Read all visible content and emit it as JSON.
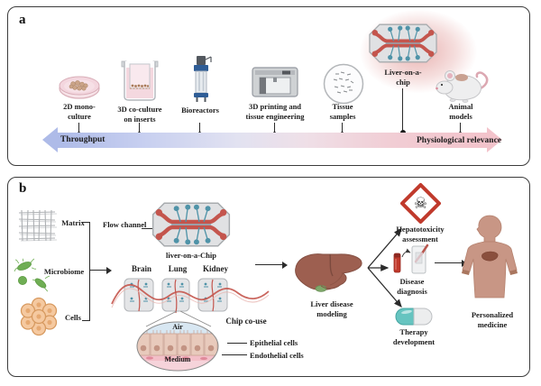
{
  "figure_title": "Liver-on-a-chip overview figure",
  "panel_a": {
    "label": "a",
    "items": [
      {
        "name": "2d-mono-culture",
        "label": "2D mono-culture"
      },
      {
        "name": "3d-co-culture",
        "label": "3D co-culture on inserts"
      },
      {
        "name": "bioreactors",
        "label": "Bioreactors"
      },
      {
        "name": "3d-printing",
        "label": "3D printing and tissue engineering"
      },
      {
        "name": "tissue-samples",
        "label": "Tissue samples"
      },
      {
        "name": "liver-on-a-chip",
        "label": "Liver-on-a-chip"
      },
      {
        "name": "animal-models",
        "label": "Animal models"
      }
    ],
    "axis": {
      "left": "Throughput",
      "right": "Physiological relevance"
    }
  },
  "panel_b": {
    "label": "b",
    "inputs": [
      {
        "label": "Matrix"
      },
      {
        "label": "Microbiome"
      },
      {
        "label": "Cells"
      }
    ],
    "chip": {
      "pointer": "Flow channel",
      "caption": "liver-on-a-Chip"
    },
    "multi_organ": {
      "organs": [
        "Brain",
        "Lung",
        "Kidney"
      ],
      "caption": "Chip co-use"
    },
    "cross_section": {
      "top": "Air",
      "bottom": "Medium",
      "labels": [
        "Epithelial cells",
        "Endothelial cells"
      ]
    },
    "modeling": {
      "caption": "Liver disease modeling"
    },
    "applications": [
      {
        "caption": "Hepatotoxicity assessment"
      },
      {
        "caption": "Disease diagnosis"
      },
      {
        "caption": "Therapy development"
      }
    ],
    "outcome": {
      "caption": "Personalized medicine"
    }
  },
  "icons": {
    "toxicity_skull": "☠"
  },
  "colors": {
    "axis_blue": "#aebbe8",
    "axis_pink": "#f3c3cb",
    "chip_red": "#c4554d",
    "chip_blue": "#4f93a8",
    "hazard_red": "#c0392b",
    "capsule_teal": "#66c4c0",
    "liver_brown": "#9d5f50",
    "microbiome_green": "#6fae54",
    "cells_orange": "#f5c9a0"
  }
}
